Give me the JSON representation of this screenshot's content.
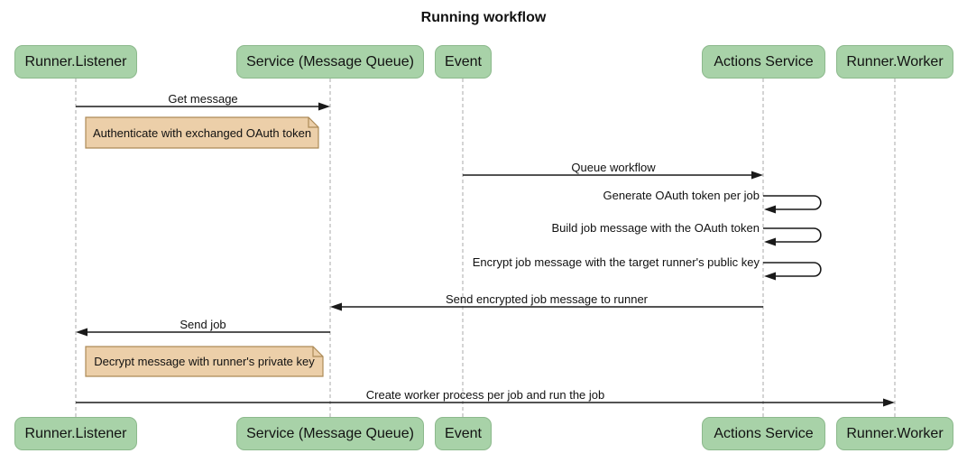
{
  "title": "Running workflow",
  "actors": [
    {
      "label": "Runner.Listener"
    },
    {
      "label": "Service (Message Queue)"
    },
    {
      "label": "Event"
    },
    {
      "label": "Actions Service"
    },
    {
      "label": "Runner.Worker"
    }
  ],
  "messages": [
    {
      "label": "Get message",
      "from": "Runner.Listener",
      "to": "Service (Message Queue)",
      "kind": "solid-arrow"
    },
    {
      "label": "Queue workflow",
      "from": "Event",
      "to": "Actions Service",
      "kind": "solid-arrow"
    },
    {
      "label": "Generate OAuth token per job",
      "from": "Actions Service",
      "to": "Actions Service",
      "kind": "self-loop"
    },
    {
      "label": "Build job message with the OAuth token",
      "from": "Actions Service",
      "to": "Actions Service",
      "kind": "self-loop"
    },
    {
      "label": "Encrypt job message with the target runner's public key",
      "from": "Actions Service",
      "to": "Actions Service",
      "kind": "self-loop"
    },
    {
      "label": "Send encrypted job message to runner",
      "from": "Actions Service",
      "to": "Service (Message Queue)",
      "kind": "solid-arrow"
    },
    {
      "label": "Send job",
      "from": "Service (Message Queue)",
      "to": "Runner.Listener",
      "kind": "solid-arrow"
    },
    {
      "label": "Create worker process per job and run the job",
      "from": "Runner.Listener",
      "to": "Runner.Worker",
      "kind": "solid-arrow"
    }
  ],
  "notes": [
    {
      "text": "Authenticate with exchanged OAuth token",
      "right_of": "Runner.Listener"
    },
    {
      "text": "Decrypt message with runner's private key",
      "right_of": "Runner.Listener"
    }
  ],
  "colors": {
    "background": "#ffffff",
    "actor_fill": "#a8d2a8",
    "actor_border": "#8cb98c",
    "note_fill": "#eccfa9",
    "note_border": "#ad8b58",
    "lifeline": "#a8a8a8",
    "message_line": "#1a1a1a",
    "text": "#111111"
  }
}
